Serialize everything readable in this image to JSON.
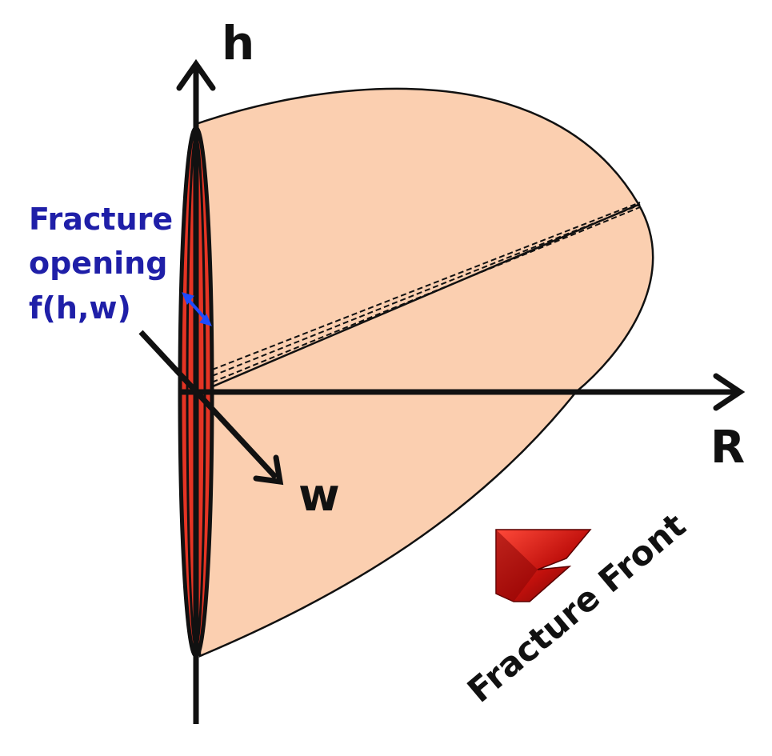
{
  "axes": {
    "h_label": "h",
    "r_label": "R",
    "w_label": "w"
  },
  "annotation": {
    "line1": "Fracture",
    "line2": "opening",
    "line3": "f(h,w)"
  },
  "front": {
    "label": "Fracture Front"
  },
  "colors": {
    "fracture_fill": "#fbcfb0",
    "opening_red": "#e53424",
    "annotation_blue": "#1f1fa8",
    "arrow_red": "#c0100c"
  }
}
